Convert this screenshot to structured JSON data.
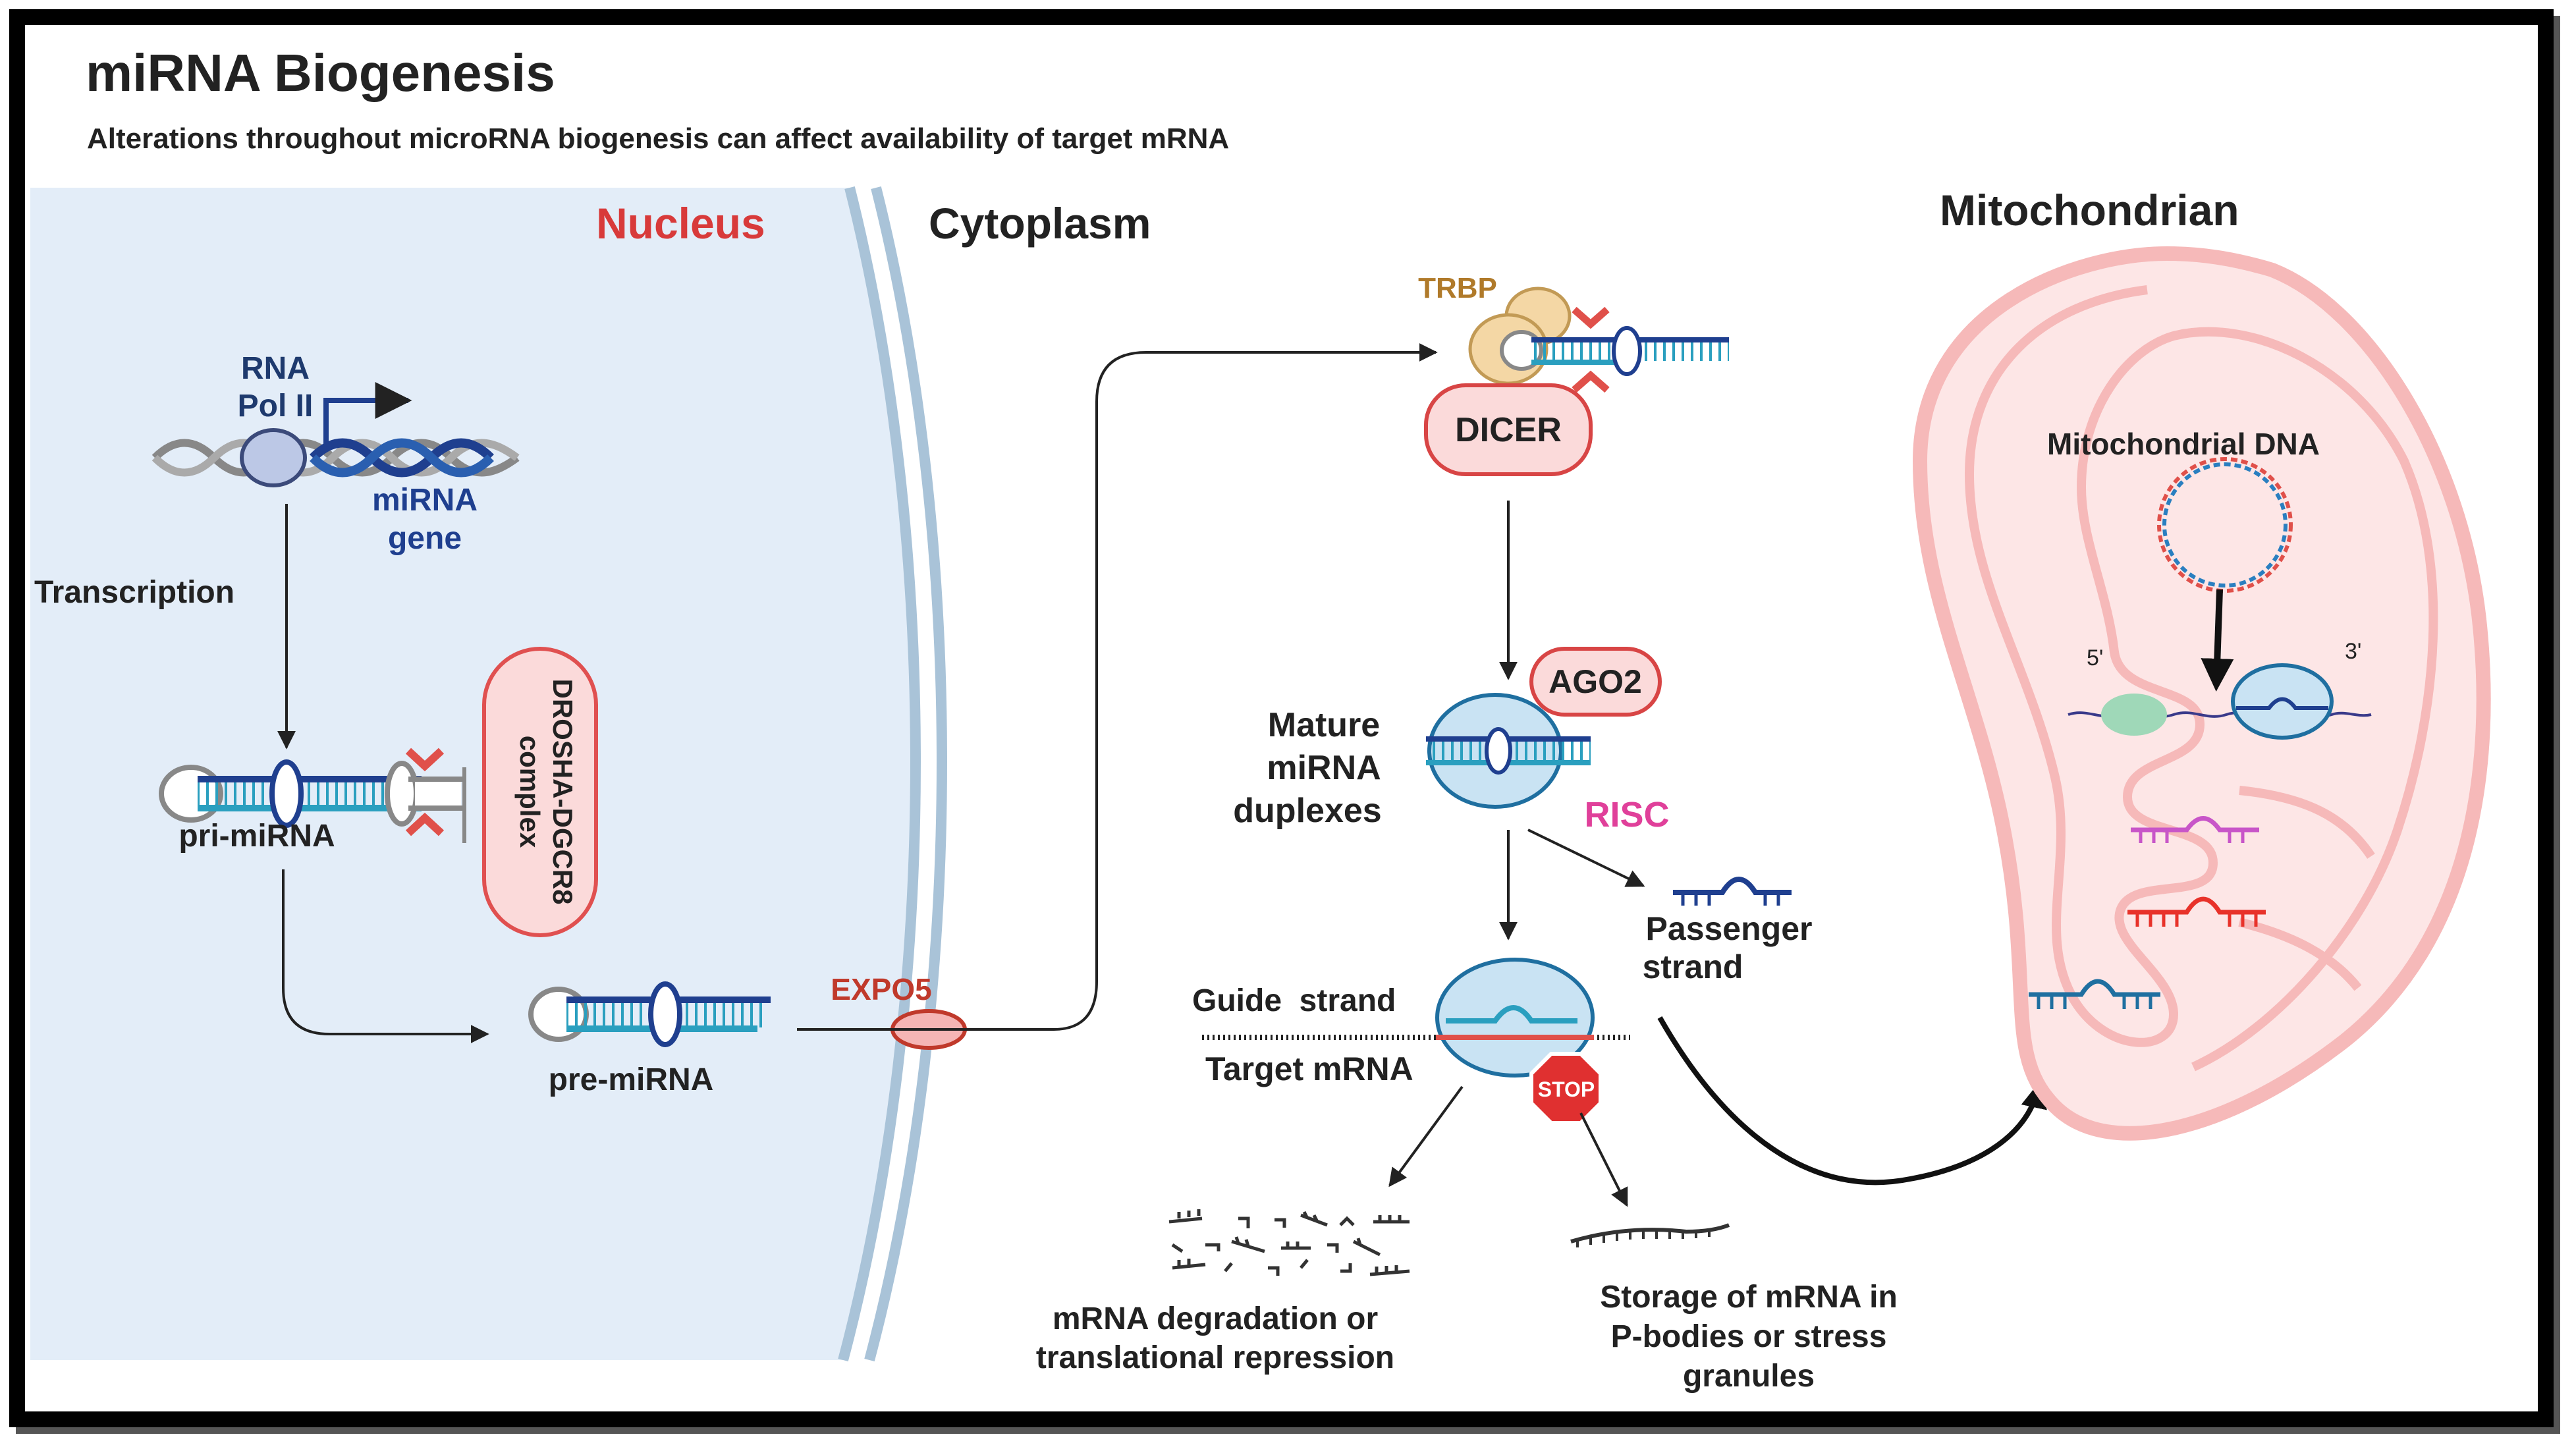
{
  "title": "miRNA Biogenesis",
  "subtitle": "Alterations throughout microRNA biogenesis can affect availability of target mRNA",
  "regions": {
    "nucleus": "Nucleus",
    "cytoplasm": "Cytoplasm",
    "mitochondrion": "Mitochondrian"
  },
  "labels": {
    "rna_pol_1": "RNA",
    "rna_pol_2": "Pol II",
    "mirna_gene_1": "miRNA",
    "mirna_gene_2": "gene",
    "transcription": "Transcription",
    "pri_mirna": "pri-miRNA",
    "drosha_1": "DROSHA-DGCR8",
    "drosha_2": "complex",
    "pre_mirna": "pre-miRNA",
    "expo5": "EXPO5",
    "trbp": "TRBP",
    "dicer": "DICER",
    "ago2": "AGO2",
    "mature_1": "Mature",
    "mature_2": "miRNA",
    "mature_3": "duplexes",
    "risc": "RISC",
    "passenger_1": "Passenger",
    "passenger_2": "strand",
    "guide_strand": "Guide  strand",
    "target_mrna": "Target mRNA",
    "stop": "STOP",
    "degradation_1": "mRNA degradation or",
    "degradation_2": "translational repression",
    "storage_1": "Storage of mRNA in",
    "storage_2": "P-bodies or stress",
    "storage_3": "granules",
    "mito_dna": "Mitochondrial DNA",
    "five_prime": "5'",
    "three_prime": "3'"
  },
  "colors": {
    "nucleus_fill": "#e3edf8",
    "nucleus_label": "#d83a3a",
    "dna_blue": "#1f3f8f",
    "rna_strand_blue": "#1f3f8f",
    "rna_strand_teal": "#2a9fbf",
    "expo5_label": "#c0392b",
    "trbp_label": "#b07a2a",
    "risc_label": "#e0409a",
    "mito_outer": "#f6b9b9",
    "mirna_pink": "#c855c8",
    "mirna_red": "#e8322a",
    "mirna_blue": "#1f6fa0"
  }
}
